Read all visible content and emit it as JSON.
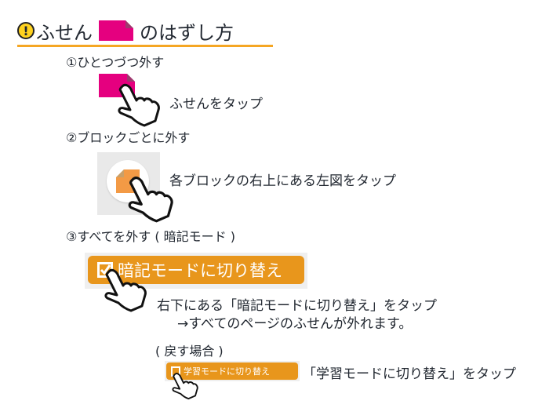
{
  "header": {
    "title_before": "ふせん",
    "title_after": "のはずし方",
    "warning_icon": "exclamation-circle-icon",
    "accent_color": "#f5a623",
    "sticky_color": "#e5007f"
  },
  "steps": [
    {
      "heading": "①ひとつづつ外す",
      "instruction": "ふせんをタップ"
    },
    {
      "heading": "②ブロックごとに外す",
      "instruction": "各ブロックの右上にある左図をタップ",
      "icon_color": "#f39a45"
    },
    {
      "heading": "③すべてを外す ( 暗記モード )",
      "button_label": "暗記モードに切り替え",
      "instruction_line1": "右下にある「暗記モードに切り替え」をタップ",
      "instruction_line2": "→すべてのページのふせんが外れます。",
      "button_color": "#e8961c"
    }
  ],
  "restore": {
    "heading": "( 戻す場合 )",
    "button_label": "学習モードに切り替え",
    "instruction": "「学習モードに切り替え」をタップ"
  }
}
